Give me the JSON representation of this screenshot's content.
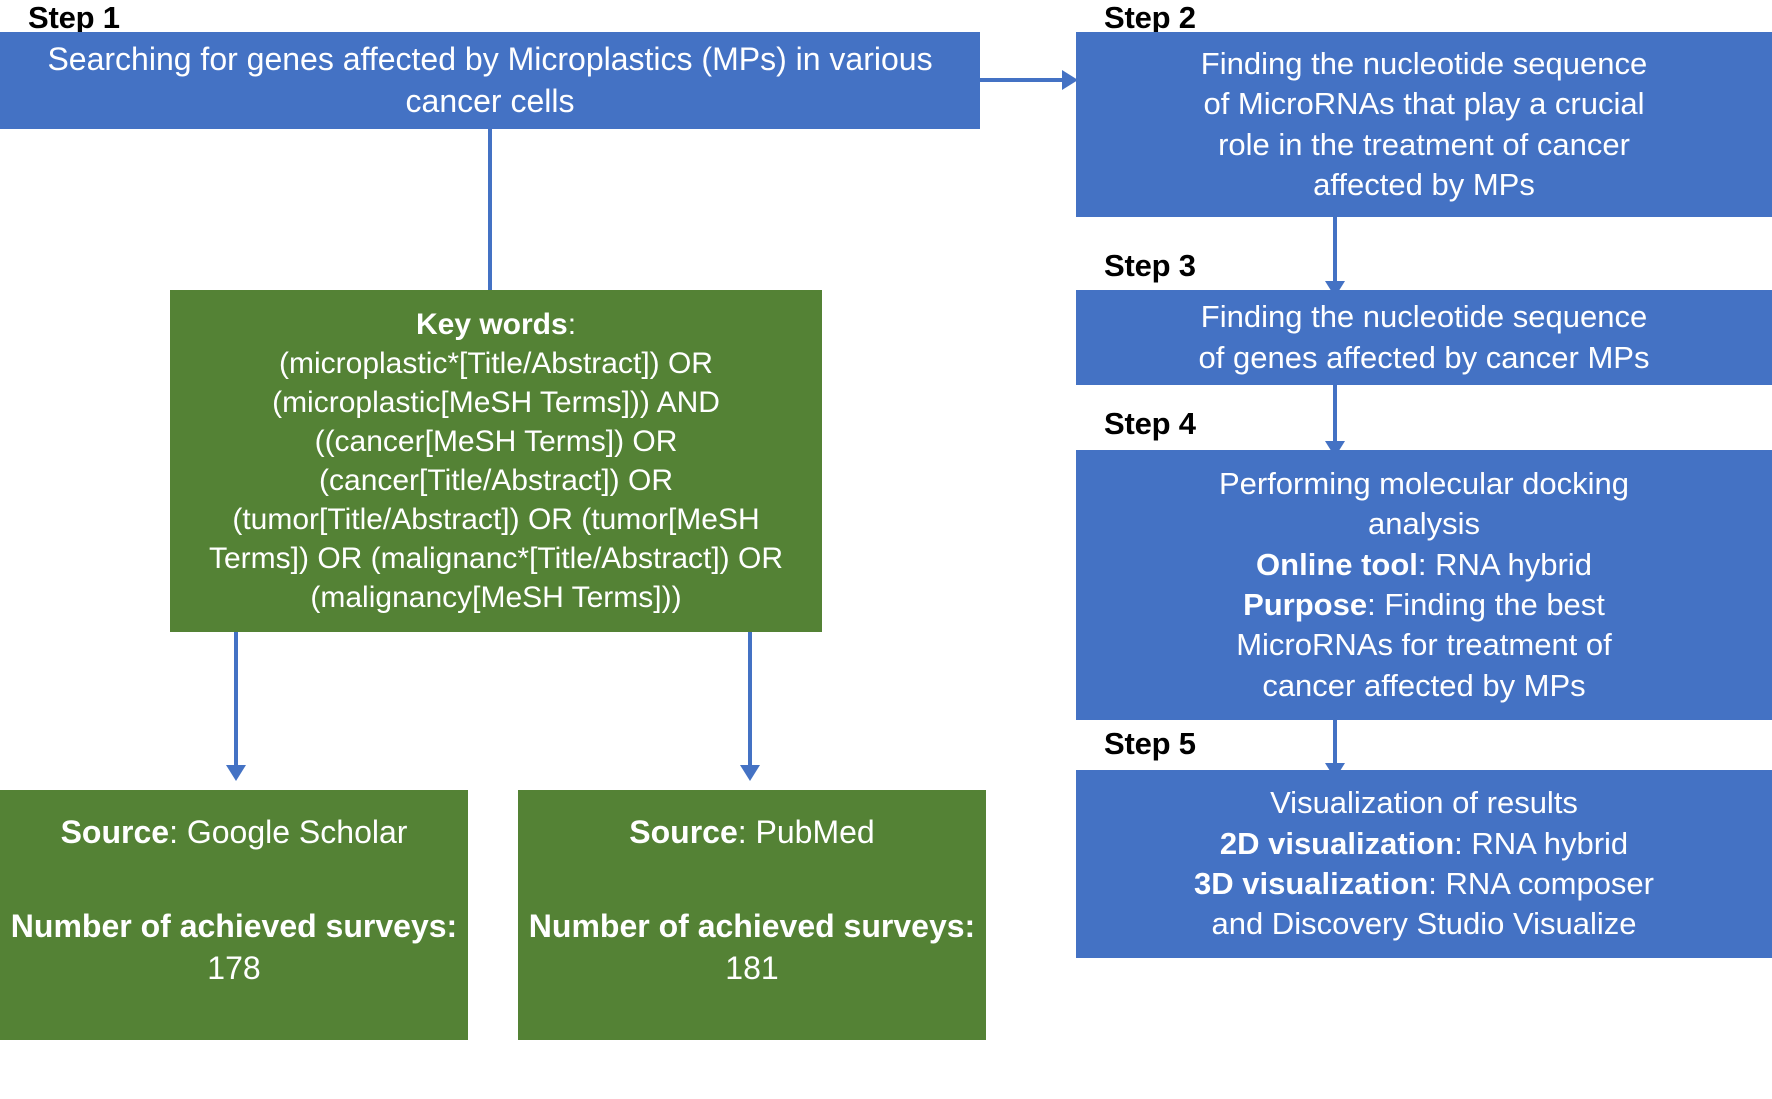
{
  "theme": {
    "blue": "#4472C4",
    "green": "#548235",
    "text_on_fill": "#ffffff",
    "label_color": "#000000",
    "background": "#ffffff"
  },
  "steps": {
    "step1_label": "Step 1",
    "step2_label": "Step 2",
    "step3_label": "Step 3",
    "step4_label": "Step 4",
    "step5_label": "Step 5"
  },
  "step1": {
    "line1": "Searching for genes affected by Microplastics (MPs) in various",
    "line2": "cancer cells"
  },
  "step2": {
    "line1": "Finding the nucleotide sequence",
    "line2": "of MicroRNAs that play a crucial",
    "line3": "role in the treatment of cancer",
    "line4": "affected by MPs"
  },
  "step3": {
    "line1": "Finding the nucleotide sequence",
    "line2": "of genes affected by cancer MPs"
  },
  "step4": {
    "line1": "Performing molecular docking",
    "line2": "analysis",
    "online_tool_label": "Online tool",
    "online_tool_value": ": RNA hybrid",
    "purpose_label": "Purpose",
    "purpose_value": ": Finding the best",
    "line5": "MicroRNAs for treatment of",
    "line6": "cancer affected by MPs"
  },
  "step5": {
    "line1": "Visualization of results",
    "viz2d_label": "2D visualization",
    "viz2d_value": ": RNA hybrid",
    "viz3d_label": "3D visualization",
    "viz3d_value": ": RNA composer",
    "line4": "and Discovery Studio Visualize"
  },
  "keywords": {
    "title_label": "Key words",
    "title_colon": ":",
    "line1": "(microplastic*[Title/Abstract]) OR",
    "line2": "(microplastic[MeSH Terms])) AND",
    "line3": "((cancer[MeSH Terms]) OR",
    "line4": "(cancer[Title/Abstract]) OR",
    "line5": "(tumor[Title/Abstract]) OR (tumor[MeSH",
    "line6": "Terms]) OR (malignanc*[Title/Abstract]) OR",
    "line7": "(malignancy[MeSH Terms]))"
  },
  "sources": [
    {
      "source_label": "Source",
      "source_value": ": Google Scholar",
      "count_label": "Number of achieved surveys",
      "count_colon": ":",
      "count_value": "178"
    },
    {
      "source_label": "Source",
      "source_value": ": PubMed",
      "count_label": "Number of achieved surveys",
      "count_colon": ":",
      "count_value": "181"
    }
  ]
}
